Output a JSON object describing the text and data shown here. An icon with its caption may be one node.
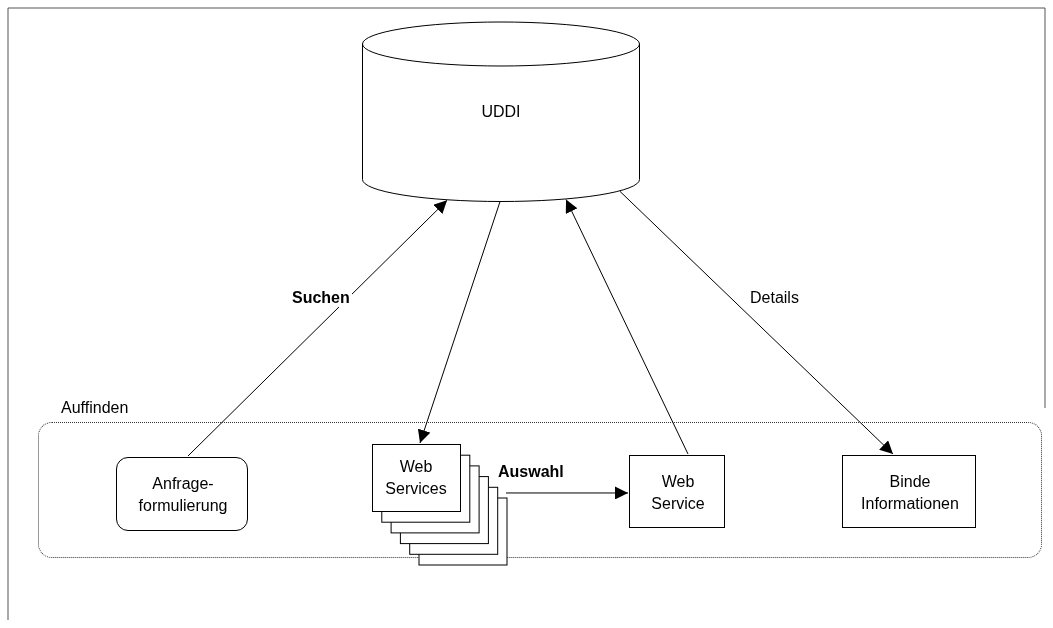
{
  "diagram": {
    "nodes": [
      {
        "text": [
          "UDDI"
        ]
      },
      {
        "text": [
          "Auffinden"
        ]
      },
      {
        "text": [
          "Anfrage- formulierung"
        ],
        "in": 1
      },
      {
        "text": [
          "Web Services"
        ],
        "in": 1
      },
      {
        "text": [
          "Web Service"
        ],
        "in": 1
      },
      {
        "text": [
          "Binde Informationen"
        ],
        "in": 1
      }
    ],
    "edges": [
      {
        "from": 2,
        "to": 0,
        "arrow": "to",
        "label": "Suchen"
      },
      {
        "from": 0,
        "to": 3,
        "arrow": "to"
      },
      {
        "from": 4,
        "to": 0,
        "arrow": "to"
      },
      {
        "from": 0,
        "to": 5,
        "arrow": "to",
        "label": "Details"
      },
      {
        "from": 3,
        "to": 4,
        "arrow": "to",
        "label": "Auswahl"
      }
    ]
  }
}
